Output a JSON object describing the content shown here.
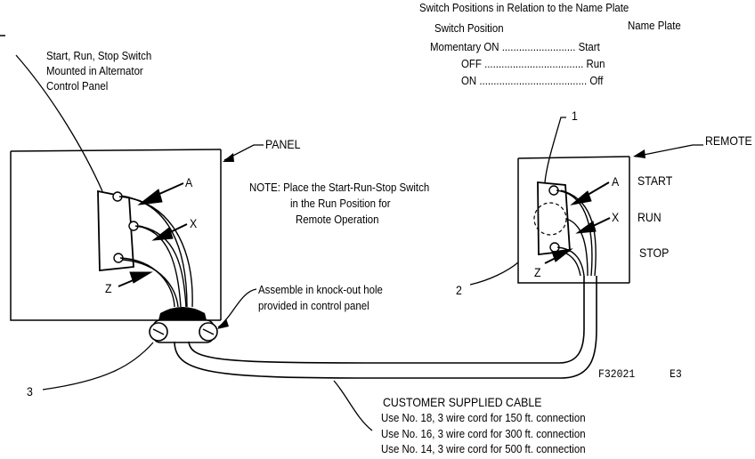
{
  "table": {
    "title": "Switch Positions in Relation to the Name Plate",
    "col_left": "Switch Position",
    "col_right": "Name Plate",
    "rows": [
      {
        "position": "Momentary ON",
        "dots": "..........................",
        "plate": "Start"
      },
      {
        "position": "OFF",
        "dots": "...................................",
        "plate": "Run"
      },
      {
        "position": "ON",
        "dots": "......................................",
        "plate": "Off"
      }
    ]
  },
  "callout_switch": [
    "Start, Run, Stop Switch",
    "Mounted in Alternator",
    "Control Panel"
  ],
  "panel_label": "PANEL",
  "remote_label": "REMOTE",
  "note": [
    "NOTE: Place the Start-Run-Stop Switch",
    "in the Run Position for",
    "Remote Operation"
  ],
  "terminals_panel": {
    "a": "A",
    "x": "X",
    "z": "Z"
  },
  "terminals_remote": {
    "a": "A",
    "x": "X",
    "z": "Z"
  },
  "remote_positions": {
    "start": "START",
    "run": "RUN",
    "stop": "STOP"
  },
  "callout_knockout": [
    "Assemble in knock-out hole",
    "provided in control panel"
  ],
  "numbers": {
    "one": "1",
    "two": "2",
    "three": "3"
  },
  "figure_id": "F32021",
  "figure_code": "E3",
  "cable": {
    "title": "CUSTOMER SUPPLIED CABLE",
    "lines": [
      "Use No. 18, 3 wire cord for 150 ft. connection",
      "Use No. 16, 3 wire cord for 300 ft. connection",
      "Use No. 14, 3 wire cord for 500 ft. connection"
    ]
  }
}
